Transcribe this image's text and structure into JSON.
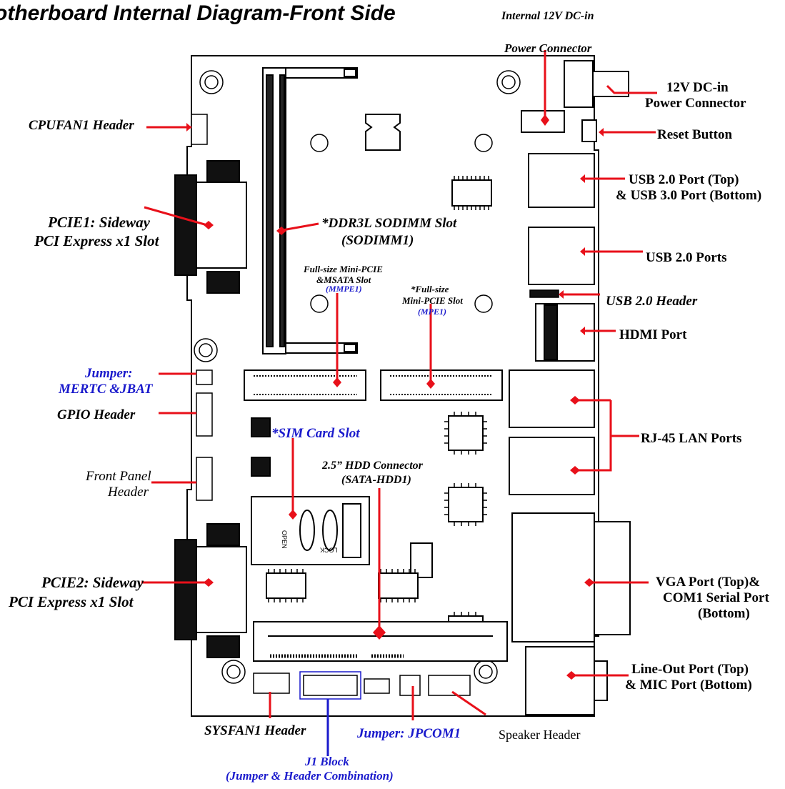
{
  "title": "otherboard Internal Diagram-Front Side",
  "labels": {
    "internal_12v": "Internal 12V DC-in",
    "internal_12v_2": "Power Connector",
    "dcin_1": "12V DC-in",
    "dcin_2": "Power Connector",
    "reset": "Reset Button",
    "usb23_1": "USB 2.0 Port (Top)",
    "usb23_2": "& USB 3.0 Port (Bottom)",
    "usb20_ports": "USB 2.0 Ports",
    "usb20_header": "USB 2.0 Header",
    "hdmi": "HDMI Port",
    "rj45": "RJ-45 LAN Ports",
    "vga_1": "VGA Port (Top)&",
    "vga_2": "COM1 Serial Port",
    "vga_3": "(Bottom)",
    "lineout_1": "Line-Out Port (Top)",
    "lineout_2": "& MIC Port (Bottom)",
    "cpufan": "CPUFAN1 Header",
    "pcie1_1": "PCIE1: Sideway",
    "pcie1_2": "PCI Express x1 Slot",
    "jumper_mertc_1": "Jumper:",
    "jumper_mertc_2": "MERTC &JBAT",
    "gpio": "GPIO Header",
    "front_panel_1": "Front Panel",
    "front_panel_2": "Header",
    "pcie2_1": "PCIE2: Sideway",
    "pcie2_2": "PCI Express x1 Slot",
    "ddr_1": "*DDR3L SODIMM Slot",
    "ddr_2": "(SODIMM1)",
    "mmpe_1": "Full-size Mini-PCIE",
    "mmpe_2": "&MSATA Slot",
    "mmpe_3": "(MMPE1)",
    "mpe_1": "*Full-size",
    "mpe_2": "Mini-PCIE Slot",
    "mpe_3": "(MPE1)",
    "sim": "*SIM Card Slot",
    "hdd_1": "2.5” HDD Connector",
    "hdd_2": "(SATA-HDD1)",
    "sysfan": "SYSFAN1 Header",
    "jpcom": "Jumper: JPCOM1",
    "speaker": "Speaker Header",
    "j1_1": "J1 Block",
    "j1_2": "(Jumper & Header Combination)",
    "sim_open": "OPEN",
    "sim_lock": "LOCK"
  },
  "colors": {
    "arrow": "#e8101a",
    "blue_label": "#1a1acc",
    "board_line": "#000000"
  }
}
